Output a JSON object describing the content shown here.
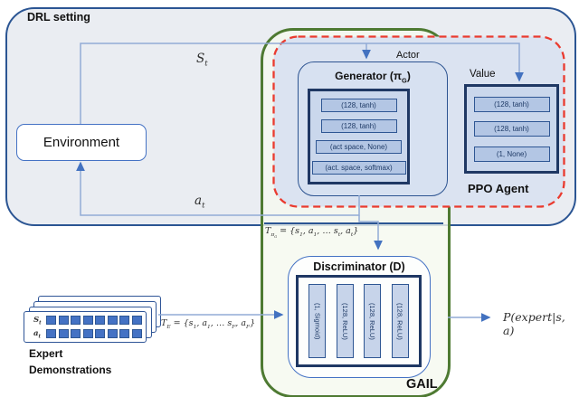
{
  "drl": {
    "title": "DRL setting"
  },
  "environment": {
    "label": "Environment"
  },
  "flows": {
    "state": "S_t",
    "action": "a_t",
    "gen_trajectory": "T_{π_G} = {s_1, a_1, … s_t, a_t}",
    "expert_trajectory": "T_E = {s_1, a_1, … s_F, a_F}",
    "output": "P(expert|s, a)"
  },
  "ppo": {
    "actor_label": "Actor",
    "value_label": "Value",
    "agent_label": "PPO Agent",
    "generator": {
      "title": "Generator (π_G)",
      "layers": [
        "(128, tanh)",
        "(128, tanh)",
        "(act space, None)",
        "(act. space, softmax)"
      ]
    },
    "value_net": {
      "layers": [
        "(128, tanh)",
        "(128, tanh)",
        "(1, None)"
      ]
    }
  },
  "gail": {
    "label": "GAIL",
    "discriminator": {
      "title": "Discriminator (D)",
      "layers": [
        "(1, Sigmoid)",
        "(128, ReLU)",
        "(128, ReLU)",
        "(128, ReLU)"
      ]
    }
  },
  "expert": {
    "title_lines": [
      "Expert",
      "Demonstrations"
    ],
    "card_rows": [
      "S_t",
      "a_t"
    ],
    "cells_per_row": 8,
    "stack_count": 4
  },
  "colors": {
    "drl_border": "#2B5593",
    "drl_fill": "#EAEDF2",
    "gail_border": "#4E7A32",
    "gail_fill": "#F5F9EF",
    "ppo_dash": "#EA3B2F",
    "ppo_fill": "#DBE3F1",
    "network_border": "#1F3864",
    "layer_fill": "#B3C6E4",
    "line": "#92ABD6",
    "arrow": "#4372C0",
    "cell_fill": "#4472C4"
  }
}
